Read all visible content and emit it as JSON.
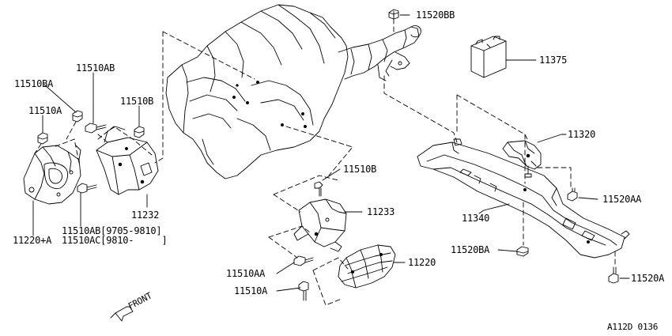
{
  "labels": {
    "p11520BB": "11520BB",
    "p11375": "11375",
    "p11510AB_top": "11510AB",
    "p11510BA": "11510BA",
    "p11510A_left": "11510A",
    "p11510B_left": "11510B",
    "p11320": "11320",
    "p11510B_mid": "11510B",
    "p11520AA": "11520AA",
    "p11233": "11233",
    "p11232": "11232",
    "p11340": "11340",
    "p11510AB_bottom": "11510AB[9705-9810]",
    "p11510AC": "11510AC[9810-     ]",
    "p11220A": "11220+A",
    "p11520BA": "11520BA",
    "p11220": "11220",
    "p11510AA": "11510AA",
    "p11520A": "11520A",
    "p11510A_bottom": "11510A"
  },
  "front_label": "FRONT",
  "reference_code": "A112D 0136",
  "line_color": "#000000"
}
